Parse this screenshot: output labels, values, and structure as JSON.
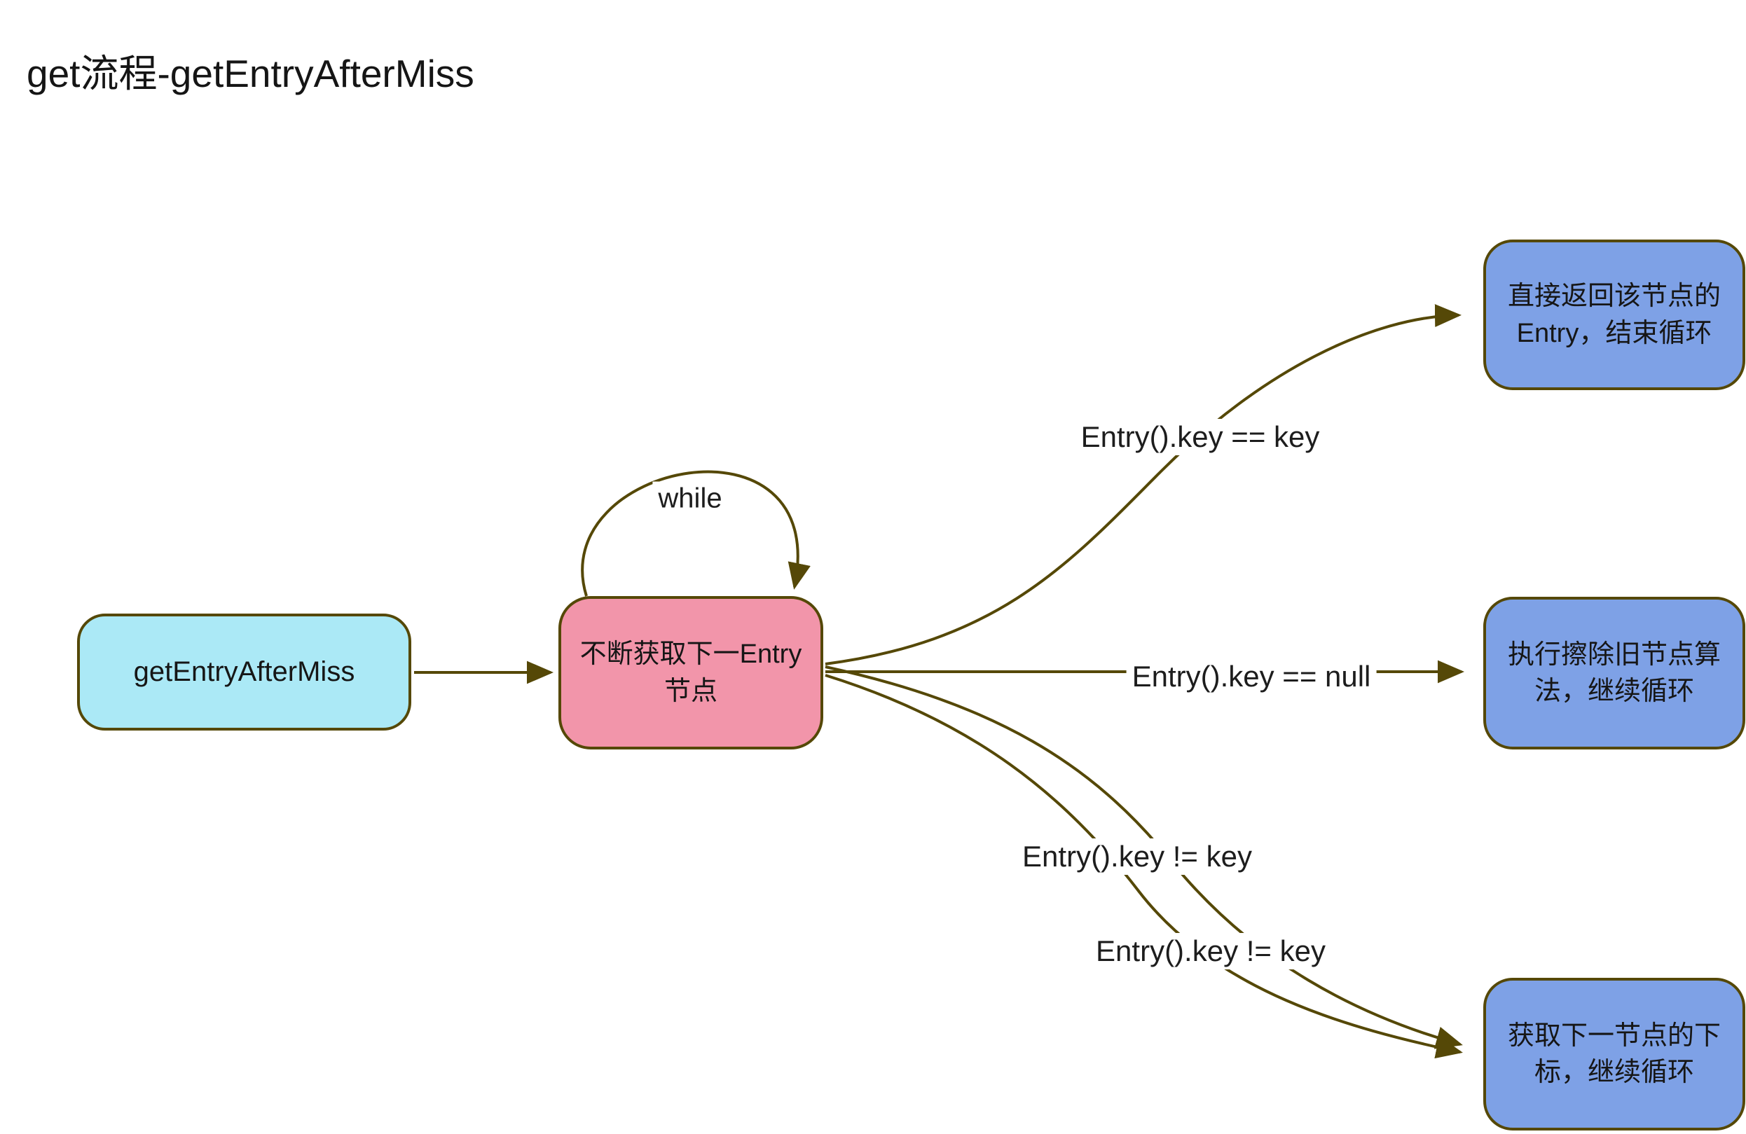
{
  "title": "get流程-getEntryAfterMiss",
  "diagram_type": "flowchart",
  "nodes": {
    "start": {
      "label": "getEntryAfterMiss"
    },
    "loop": {
      "label": "不断获取下一Entry节点"
    },
    "return_entry": {
      "label": "直接返回该节点的Entry，结束循环"
    },
    "erase_old": {
      "label": "执行擦除旧节点算法，继续循环"
    },
    "next_index": {
      "label": "获取下一节点的下标，继续循环"
    }
  },
  "edges": {
    "while_label": "while",
    "key_eq_key": "Entry().key == key",
    "key_eq_null": "Entry().key == null",
    "key_neq_key_1": "Entry().key != key",
    "key_neq_key_2": "Entry().key != key"
  },
  "colors": {
    "stroke": "#554807",
    "start_fill": "#abe9f6",
    "loop_fill": "#f295aa",
    "result_fill": "#7ea1e6",
    "background": "#ffffff",
    "text": "#1d1d1d"
  }
}
